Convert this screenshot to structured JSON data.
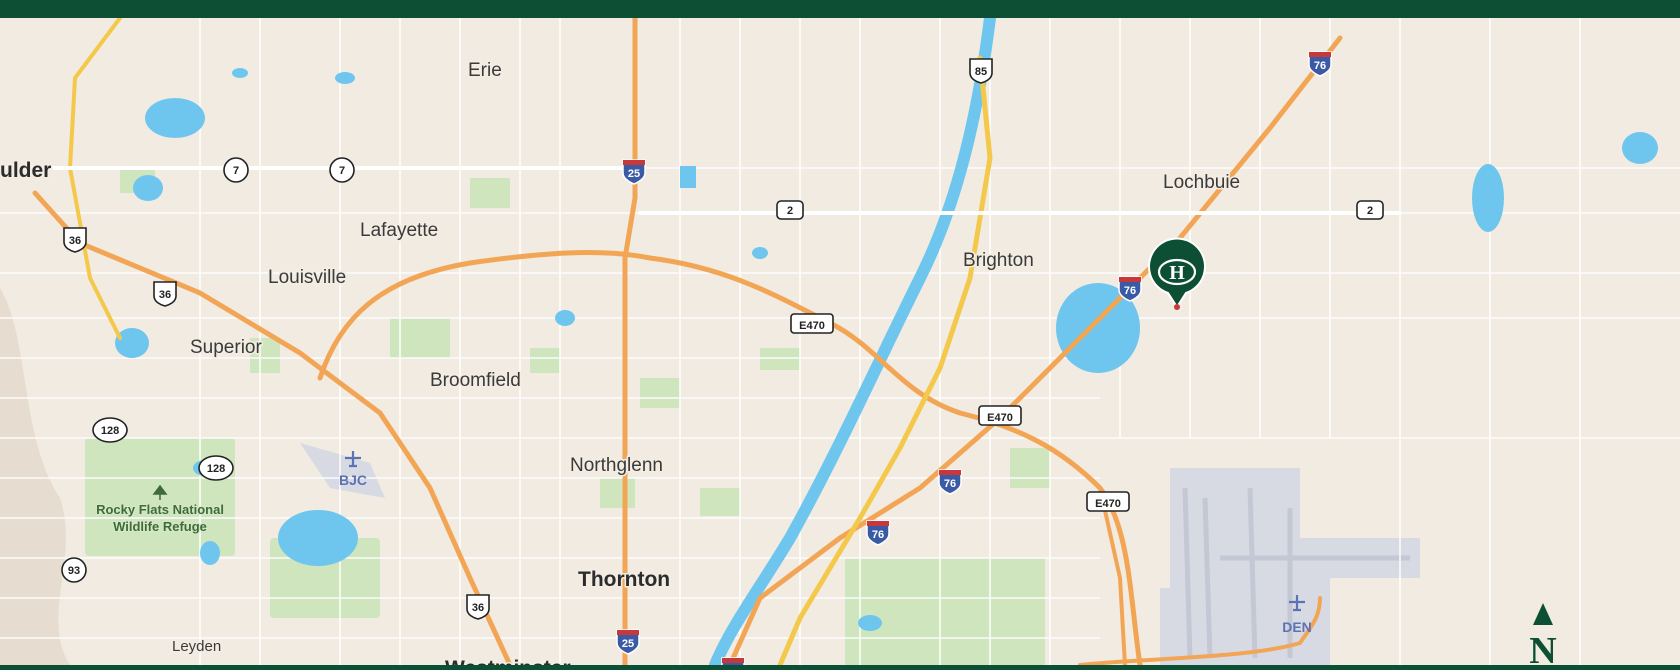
{
  "map": {
    "places": {
      "boulder": "ulder",
      "erie": "Erie",
      "lafayette": "Lafayette",
      "louisville": "Louisville",
      "superior": "Superior",
      "broomfield": "Broomfield",
      "northglenn": "Northglenn",
      "thornton": "Thornton",
      "westminster": "Westminster",
      "brighton": "Brighton",
      "lochbuie": "Lochbuie",
      "leyden": "Leyden"
    },
    "parks": {
      "rocky_flats_line1": "Rocky Flats National",
      "rocky_flats_line2": "Wildlife Refuge"
    },
    "airports": {
      "bjc": "BJC",
      "den": "DEN"
    },
    "routes": {
      "i25": "25",
      "i76": "76",
      "us85": "85",
      "us36": "36",
      "e470": "E470",
      "co7": "7",
      "co2": "2",
      "co128": "128",
      "co93": "93"
    },
    "marker": {
      "letter": "H"
    },
    "north_arrow": {
      "letter": "N"
    },
    "colors": {
      "frame": "#0c4f35",
      "land": "#f1ebe1",
      "water": "#6ec6ee",
      "park": "#cfe5bd",
      "highway": "#f2a655",
      "freeway": "#f4c84a",
      "interstate": "#3b5aa6",
      "marker": "#0c4f35"
    }
  }
}
